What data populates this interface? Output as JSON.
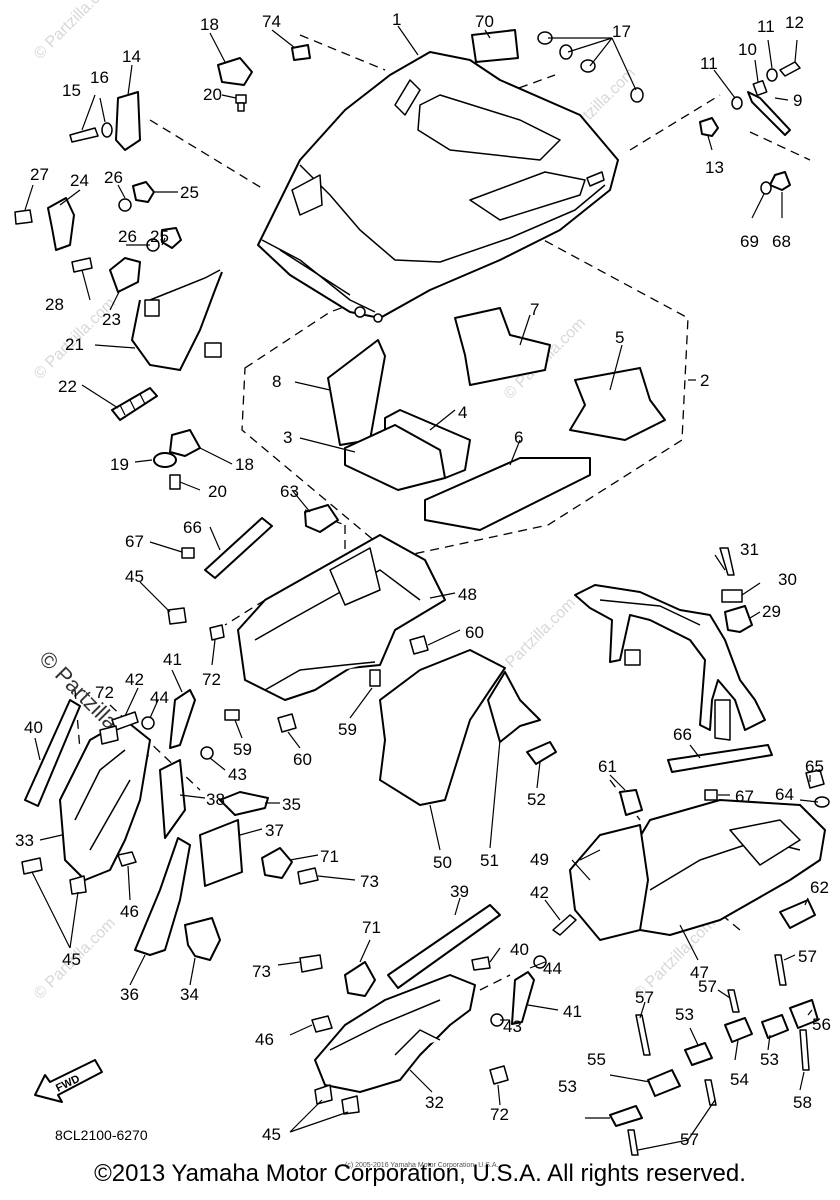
{
  "diagram": {
    "callouts": {
      "c1": "1",
      "c2": "2",
      "c3": "3",
      "c4": "4",
      "c5": "5",
      "c6": "6",
      "c7": "7",
      "c8": "8",
      "c9": "9",
      "c10": "10",
      "c11a": "11",
      "c11b": "11",
      "c12": "12",
      "c13": "13",
      "c14": "14",
      "c15": "15",
      "c16": "16",
      "c17": "17",
      "c18a": "18",
      "c18b": "18",
      "c19": "19",
      "c20a": "20",
      "c20b": "20",
      "c21": "21",
      "c22": "22",
      "c23": "23",
      "c24": "24",
      "c25a": "25",
      "c25b": "25",
      "c26a": "26",
      "c26b": "26",
      "c27": "27",
      "c28": "28",
      "c29": "29",
      "c30": "30",
      "c31": "31",
      "c32": "32",
      "c33": "33",
      "c34": "34",
      "c35": "35",
      "c36": "36",
      "c37": "37",
      "c38": "38",
      "c39": "39",
      "c40a": "40",
      "c40b": "40",
      "c41a": "41",
      "c41b": "41",
      "c42a": "42",
      "c42b": "42",
      "c43a": "43",
      "c43b": "43",
      "c44a": "44",
      "c44b": "44",
      "c45a": "45",
      "c45b": "45",
      "c45c": "45",
      "c46a": "46",
      "c46b": "46",
      "c47": "47",
      "c48": "48",
      "c49": "49",
      "c50": "50",
      "c51": "51",
      "c52": "52",
      "c53a": "53",
      "c53b": "53",
      "c53c": "53",
      "c54": "54",
      "c55": "55",
      "c56": "56",
      "c57a": "57",
      "c57b": "57",
      "c57c": "57",
      "c57d": "57",
      "c58": "58",
      "c59a": "59",
      "c59b": "59",
      "c60a": "60",
      "c60b": "60",
      "c61": "61",
      "c62": "62",
      "c63": "63",
      "c64": "64",
      "c65": "65",
      "c66a": "66",
      "c66b": "66",
      "c67a": "67",
      "c67b": "67",
      "c68": "68",
      "c69": "69",
      "c70": "70",
      "c71a": "71",
      "c71b": "71",
      "c72a": "72",
      "c72b": "72",
      "c72c": "72",
      "c73a": "73",
      "c73b": "73",
      "c74": "74"
    },
    "fwd_label": "FWD",
    "drawing_code": "8CL2100-6270",
    "watermark": "© Partzilla.com",
    "watermark_big": "© Partzilla.com"
  },
  "footer": {
    "copyright": "©2013 Yamaha Motor Corporation, U.S.A. All rights reserved.",
    "tiny_note": "(c) 2005-2016 Yamaha Motor Corporation, U.S.A."
  }
}
